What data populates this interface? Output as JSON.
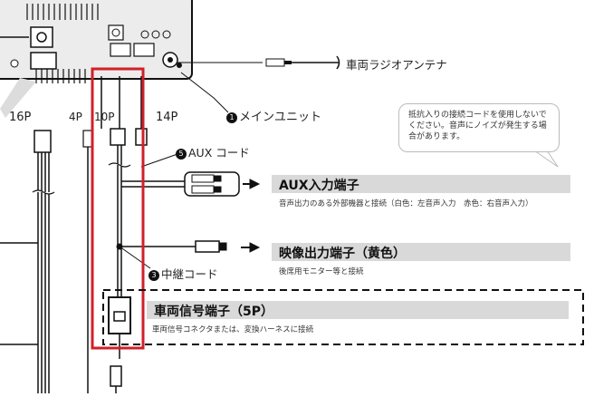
{
  "labels": {
    "antenna": "車両ラジオアンテナ",
    "main_unit": "メインユニット",
    "main_unit_num": "1",
    "port_16p": "16P",
    "port_4p": "4P",
    "port_10p": "10P",
    "port_14p": "14P",
    "aux_cord": "AUX コード",
    "aux_cord_num": "5",
    "relay_cord": "中継コード",
    "relay_cord_num": "3"
  },
  "callout": {
    "text": "抵抗入りの接続コードを使用しないでください。音声にノイズが発生する場合があります。"
  },
  "terminals": [
    {
      "title": "AUX入力端子",
      "desc": "音声出力のある外部機器と接続（白色：左音声入力　赤色：右音声入力）"
    },
    {
      "title": "映像出力端子（黄色）",
      "desc": "後席用モニター等と接続"
    },
    {
      "title": "車両信号端子（5P）",
      "desc": "車両信号コネクタまたは、変換ハーネスに接続"
    }
  ],
  "colors": {
    "highlight_red": "#d0202a",
    "bar_gray": "#d9d9d9",
    "line": "#111111"
  }
}
